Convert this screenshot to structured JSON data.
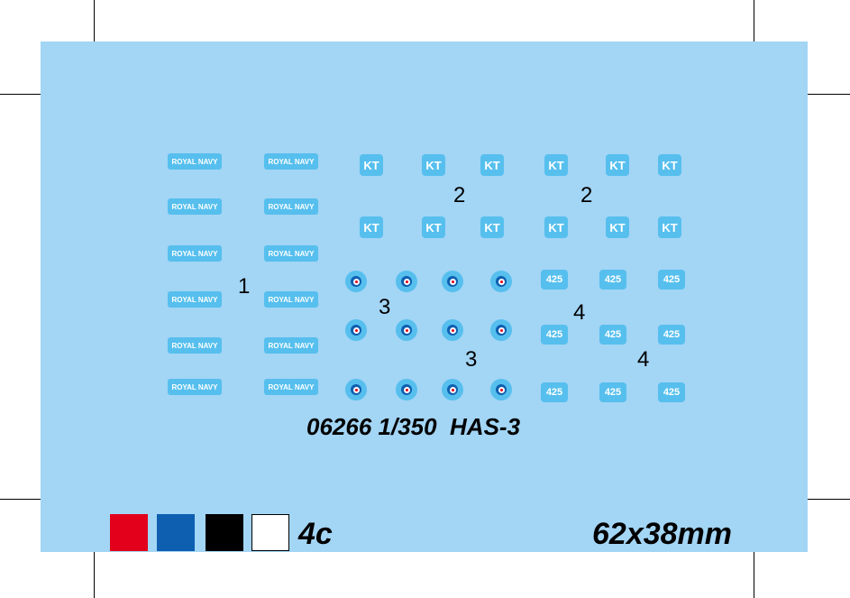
{
  "decal_labels": {
    "royal_navy": "ROYAL NAVY",
    "kt": "KT",
    "squadron": "425"
  },
  "group_numbers": [
    "1",
    "2",
    "2",
    "3",
    "3",
    "4",
    "4"
  ],
  "caption": "06266 1/350  HAS-3",
  "color_count": "4c",
  "size": "62x38mm",
  "colors": {
    "sheet": "#a3d5f5",
    "decal": "#56bfee",
    "swatches": [
      "#e2001a",
      "#0e5fb0",
      "#000000",
      "#ffffff"
    ]
  }
}
